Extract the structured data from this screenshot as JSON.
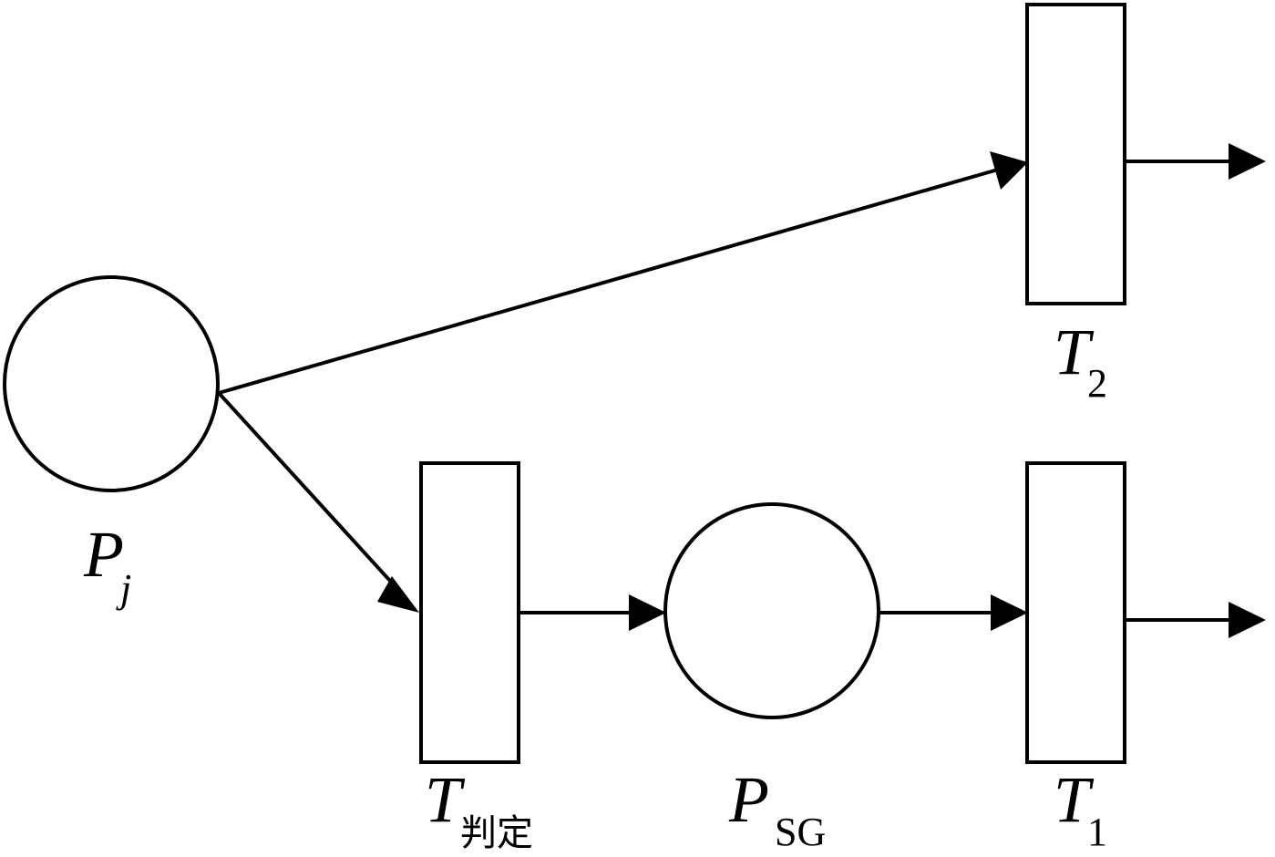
{
  "diagram": {
    "places": [
      {
        "id": "p_j",
        "label": "P",
        "subscript": "j"
      },
      {
        "id": "p_sg",
        "label": "P",
        "subscript": "SG"
      }
    ],
    "transitions": [
      {
        "id": "t_judge",
        "label": "T",
        "subscript": "判定"
      },
      {
        "id": "t_1",
        "label": "T",
        "subscript": "1"
      },
      {
        "id": "t_2",
        "label": "T",
        "subscript": "2"
      }
    ],
    "arcs": [
      {
        "from": "p_j",
        "to": "t_2"
      },
      {
        "from": "p_j",
        "to": "t_judge"
      },
      {
        "from": "t_judge",
        "to": "p_sg"
      },
      {
        "from": "p_sg",
        "to": "t_1"
      },
      {
        "from": "t_1",
        "to": "output"
      },
      {
        "from": "t_2",
        "to": "output"
      }
    ],
    "colors": {
      "stroke": "#000000",
      "fill": "#ffffff"
    }
  }
}
